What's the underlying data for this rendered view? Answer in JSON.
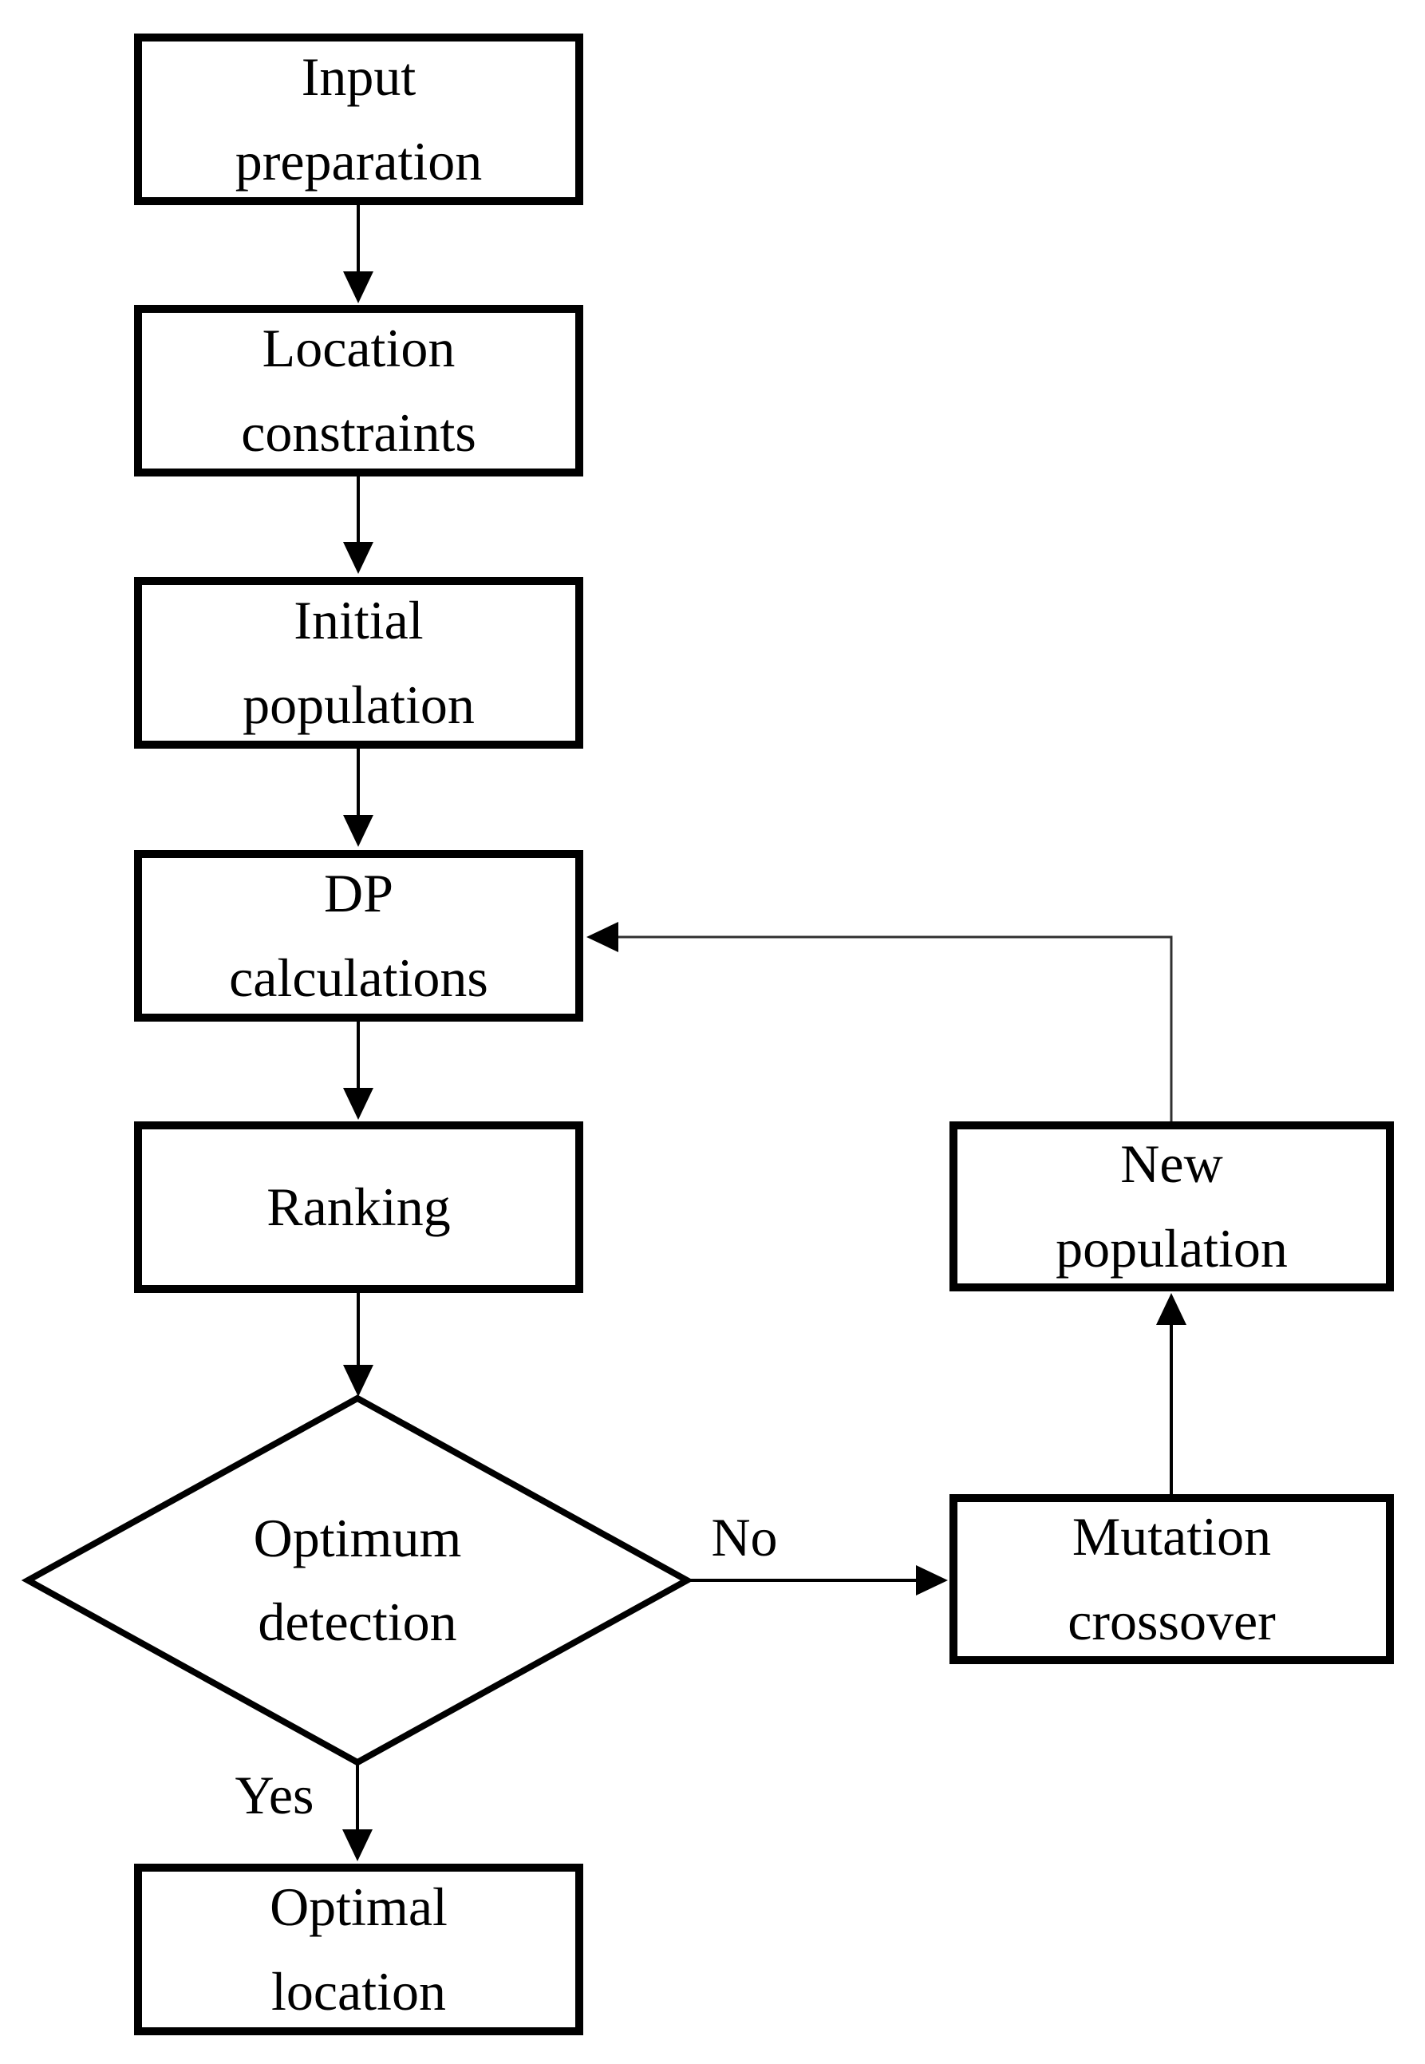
{
  "diagram": {
    "type": "flowchart",
    "colors": {
      "background": "#ffffff",
      "stroke": "#000000",
      "return_line": "#303030",
      "text": "#000000"
    },
    "nodes": {
      "input_preparation": {
        "line1": "Input",
        "line2": "preparation"
      },
      "location_constraints": {
        "line1": "Location",
        "line2": "constraints"
      },
      "initial_population": {
        "line1": "Initial",
        "line2": "population"
      },
      "dp_calculations": {
        "line1": "DP",
        "line2": "calculations"
      },
      "ranking": {
        "line1": "Ranking"
      },
      "optimum_detection": {
        "line1": "Optimum",
        "line2": "detection"
      },
      "new_population": {
        "line1": "New",
        "line2": "population"
      },
      "mutation_crossover": {
        "line1": "Mutation",
        "line2": "crossover"
      },
      "optimal_location": {
        "line1": "Optimal",
        "line2": "location"
      }
    },
    "edge_labels": {
      "yes": "Yes",
      "no": "No"
    }
  }
}
